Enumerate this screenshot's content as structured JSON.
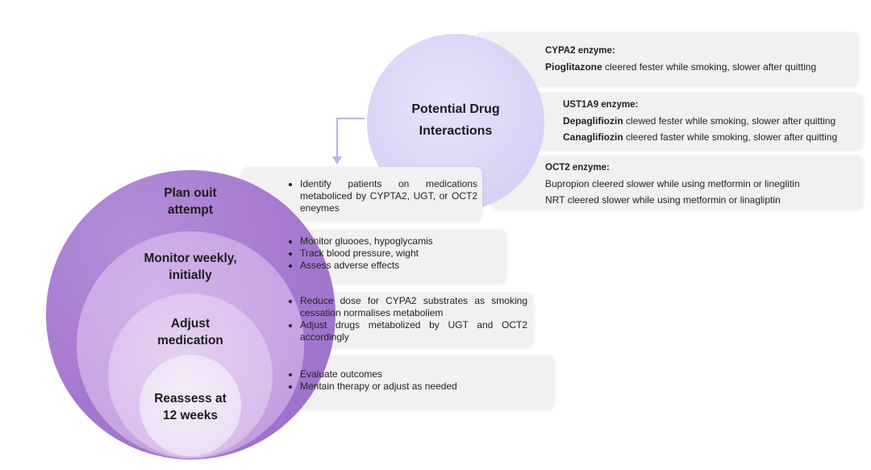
{
  "colors": {
    "outer_circle": "#a87ad0",
    "ring_2": "#c49ee0",
    "ring_3": "#d8bcea",
    "inner_circle": "#ede0f5",
    "top_circle": "#dcd6f6",
    "card_bg": "#f1f1f1",
    "arrow": "#b9b2e8"
  },
  "top": {
    "circle_label": "Potential Drug Interactions",
    "enzymes": [
      {
        "title": "CYPA2 enzyme:",
        "lines": [
          {
            "drug": "Pioglitazone",
            "text": " cleered fester while smoking, slower after quitting"
          }
        ]
      },
      {
        "title": "UST1A9 enzyme:",
        "lines": [
          {
            "drug": "Depaglifiozin",
            "text": " clewed fester while smoking, slower after quitting"
          },
          {
            "drug": "Canaglifiozin",
            "text": " cleered faster while smoking, slower after quitting"
          }
        ]
      },
      {
        "title": "OCT2 enzyme:",
        "lines": [
          {
            "drug": "",
            "text": "Bupropion cleered slower while using metformin or lineglitin"
          },
          {
            "drug": "",
            "text": "NRT cleered slower while using metformin or linagliptin"
          }
        ]
      }
    ]
  },
  "steps": [
    {
      "label": "Plan ouit attempt",
      "bullets": [
        "Identify patients on medications metaboliced by CYPTA2, UGT, or OCT2 eneymes"
      ]
    },
    {
      "label": "Monitor weekly, initially",
      "bullets": [
        "Monitor gluooes, hypoglycamis",
        "Track blood pressurе, wight",
        "Assess adverse effects"
      ]
    },
    {
      "label": "Adjust medication",
      "bullets": [
        "Reduce dose for CYPA2 substrates as smoking cessation normalises metaboliem",
        "Adjust drugs metabolized by UGT and OCT2 accordingly"
      ]
    },
    {
      "label": "Reassess at 12 weeks",
      "bullets": [
        "Evaluate outcomes",
        "Mentain therapy or adjust as needed"
      ]
    }
  ]
}
